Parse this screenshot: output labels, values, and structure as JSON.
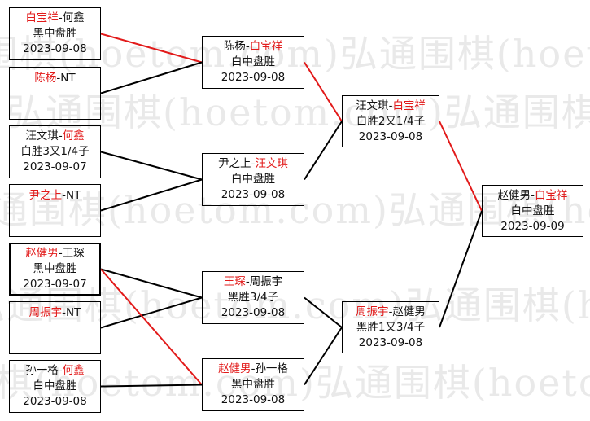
{
  "watermark": "弘通围棋(hoetom.com)弘通围棋(hoetom.com)",
  "colors": {
    "winner": "#e21a1a",
    "loser": "#000000",
    "win_line": "#e21a1a",
    "lose_line": "#000000"
  },
  "round1": [
    {
      "p1": "白宝祥",
      "p2": "何鑫",
      "winner": "p1",
      "result": "黑中盘胜",
      "date": "2023-09-08"
    },
    {
      "p1": "陈杨",
      "p2": "NT",
      "winner": "p1",
      "result": "",
      "date": ""
    },
    {
      "p1": "汪文琪",
      "p2": "何鑫",
      "winner": "p2",
      "result": "白胜3又1/4子",
      "date": "2023-09-07"
    },
    {
      "p1": "尹之上",
      "p2": "NT",
      "winner": "p1",
      "result": "",
      "date": ""
    },
    {
      "p1": "赵健男",
      "p2": "王琛",
      "winner": "p1",
      "result": "黑中盘胜",
      "date": "2023-09-07"
    },
    {
      "p1": "周振宇",
      "p2": "NT",
      "winner": "p1",
      "result": "",
      "date": ""
    },
    {
      "p1": "孙一格",
      "p2": "何鑫",
      "winner": "p2",
      "result": "白中盘胜",
      "date": "2023-09-08"
    }
  ],
  "round2": [
    {
      "p1": "陈杨",
      "p2": "白宝祥",
      "winner": "p2",
      "result": "白中盘胜",
      "date": "2023-09-08"
    },
    {
      "p1": "尹之上",
      "p2": "汪文琪",
      "winner": "p2",
      "result": "白中盘胜",
      "date": "2023-09-08"
    },
    {
      "p1": "王琛",
      "p2": "周振宇",
      "winner": "p1",
      "result": "黑胜3/4子",
      "date": "2023-09-08"
    },
    {
      "p1": "赵健男",
      "p2": "孙一格",
      "winner": "p1",
      "result": "黑中盘胜",
      "date": "2023-09-08"
    }
  ],
  "round3": [
    {
      "p1": "汪文琪",
      "p2": "白宝祥",
      "winner": "p2",
      "result": "白胜2又1/4子",
      "date": "2023-09-08"
    },
    {
      "p1": "周振宇",
      "p2": "赵健男",
      "winner": "p1",
      "result": "黑胜1又3/4子",
      "date": "2023-09-08"
    }
  ],
  "final": [
    {
      "p1": "赵健男",
      "p2": "白宝祥",
      "winner": "p2",
      "result": "白中盘胜",
      "date": "2023-09-09"
    }
  ]
}
